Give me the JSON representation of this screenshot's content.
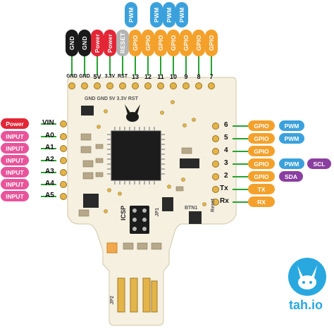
{
  "colors": {
    "black": "#1a1a1a",
    "red": "#e32636",
    "grey": "#b4b4b4",
    "orange": "#f4a12c",
    "blue": "#3ba1dc",
    "pink": "#e9549a",
    "purple": "#8a3fa0",
    "green": "#27a32f",
    "board": "#f5f0e0",
    "logo": "#29a8e0"
  },
  "top_header": {
    "pwm_tags": [
      "PWM",
      "PWM",
      "PWM",
      "PWM"
    ],
    "func_tags": [
      "GND",
      "GND",
      "Power",
      "Power",
      "RESET",
      "GPIO",
      "GPIO",
      "GPIO",
      "GPIO",
      "GPIO",
      "GPIO",
      "GPIO"
    ],
    "pin_labels": [
      "GND",
      "GND",
      "5V",
      "3.3V",
      "RST",
      "13",
      "12",
      "11",
      "10",
      "9",
      "8",
      "7"
    ]
  },
  "left_side": {
    "tags": [
      "Power",
      "INPUT",
      "INPUT",
      "INPUT",
      "INPUT",
      "INPUT",
      "INPUT"
    ],
    "pin_labels": [
      "VIN",
      "A0",
      "A1",
      "A2",
      "A3",
      "A4",
      "A5"
    ]
  },
  "right_side": {
    "pin_labels": [
      "6",
      "5",
      "4",
      "3",
      "2",
      "Tx",
      "Rx"
    ],
    "gpio_tags": [
      "GPIO",
      "GPIO",
      "GPIO",
      "GPIO",
      "GPIO",
      "TX",
      "RX"
    ],
    "pwm_tags": [
      "PWM",
      "PWM",
      "PWM"
    ],
    "extra_tags": [
      "SCL",
      "SDA"
    ]
  },
  "board_silkscreen": {
    "top_row": "GND GND 5V 3.3V RST",
    "icsp": "ICSP",
    "jp1": "JP1",
    "jp2": "JP2",
    "btn": "BTN1",
    "reset": "Reset"
  },
  "logo": {
    "text": "tah.io"
  }
}
